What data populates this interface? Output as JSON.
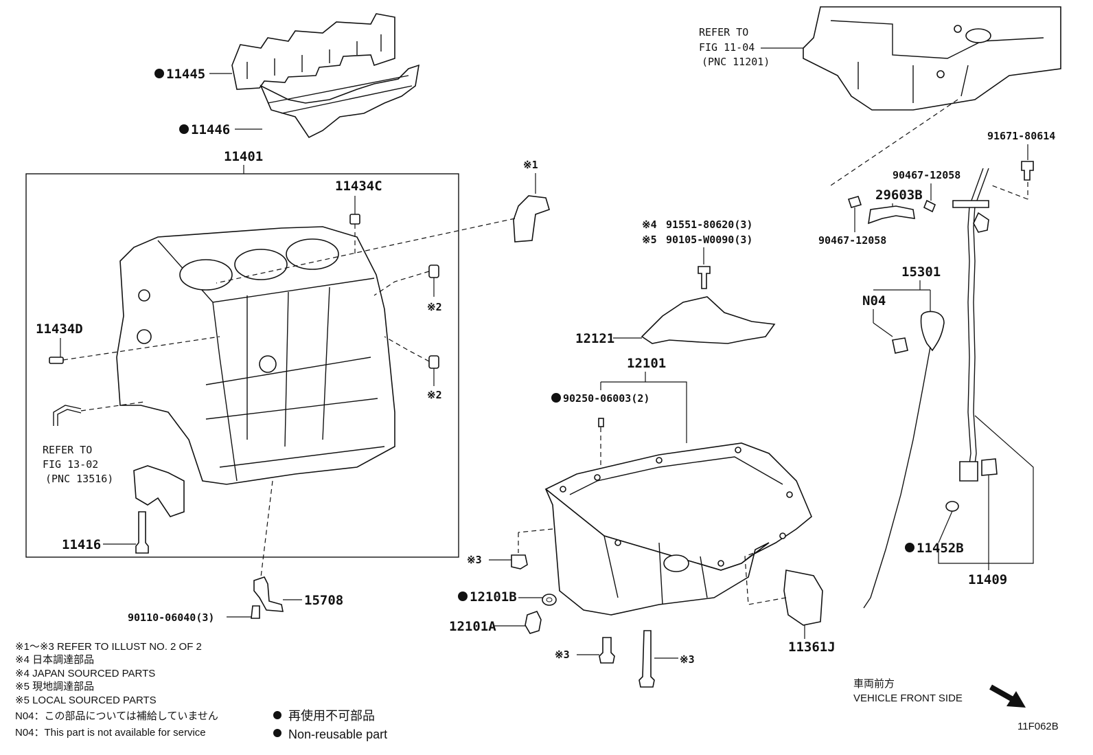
{
  "parts": {
    "p11445": "11445",
    "p11446": "11446",
    "p11401": "11401",
    "p11434C": "11434C",
    "p11434D": "11434D",
    "p11416": "11416",
    "p15708": "15708",
    "p90110": "90110-06040(3)",
    "p12121": "12121",
    "p12101": "12101",
    "p90250": "90250-06003(2)",
    "p12101B": "12101B",
    "p12101A": "12101A",
    "p11361J": "11361J",
    "p91671": "91671-80614",
    "p90467a": "90467-12058",
    "p29603B": "29603B",
    "p90467b": "90467-12058",
    "p15301": "15301",
    "pN04": "N04",
    "p11452B": "11452B",
    "p11409": "11409",
    "p91551": "91551-80620(3)",
    "p90105": "90105-W0090(3)"
  },
  "marks": {
    "m1": "※1",
    "m2a": "※2",
    "m2b": "※2",
    "m3a": "※3",
    "m3b": "※3",
    "m3c": "※3",
    "m4": "※4",
    "m5": "※5"
  },
  "refs": {
    "top_line1": "REFER TO",
    "top_line2": "FIG 11-04",
    "top_line3": "(PNC 11201)",
    "left_line1": "REFER TO",
    "left_line2": "FIG 13-02",
    "left_line3": "(PNC 13516)"
  },
  "legend": {
    "line1": "※1～※3  REFER TO ILLUST NO. 2 OF 2",
    "line2": "※4  日本調達部品",
    "line3": "※4  JAPAN SOURCED PARTS",
    "line4": "※5  現地調達部品",
    "line5": "※5  LOCAL SOURCED PARTS",
    "line6": "N04：この部品については補給していません",
    "line7": "N04：This part is not available for service",
    "nonreuse_jp": "再使用不可部品",
    "nonreuse_en": "Non-reusable part"
  },
  "direction": {
    "jp": "車両前方",
    "en": "VEHICLE FRONT SIDE"
  },
  "figure_id": "11F062B"
}
